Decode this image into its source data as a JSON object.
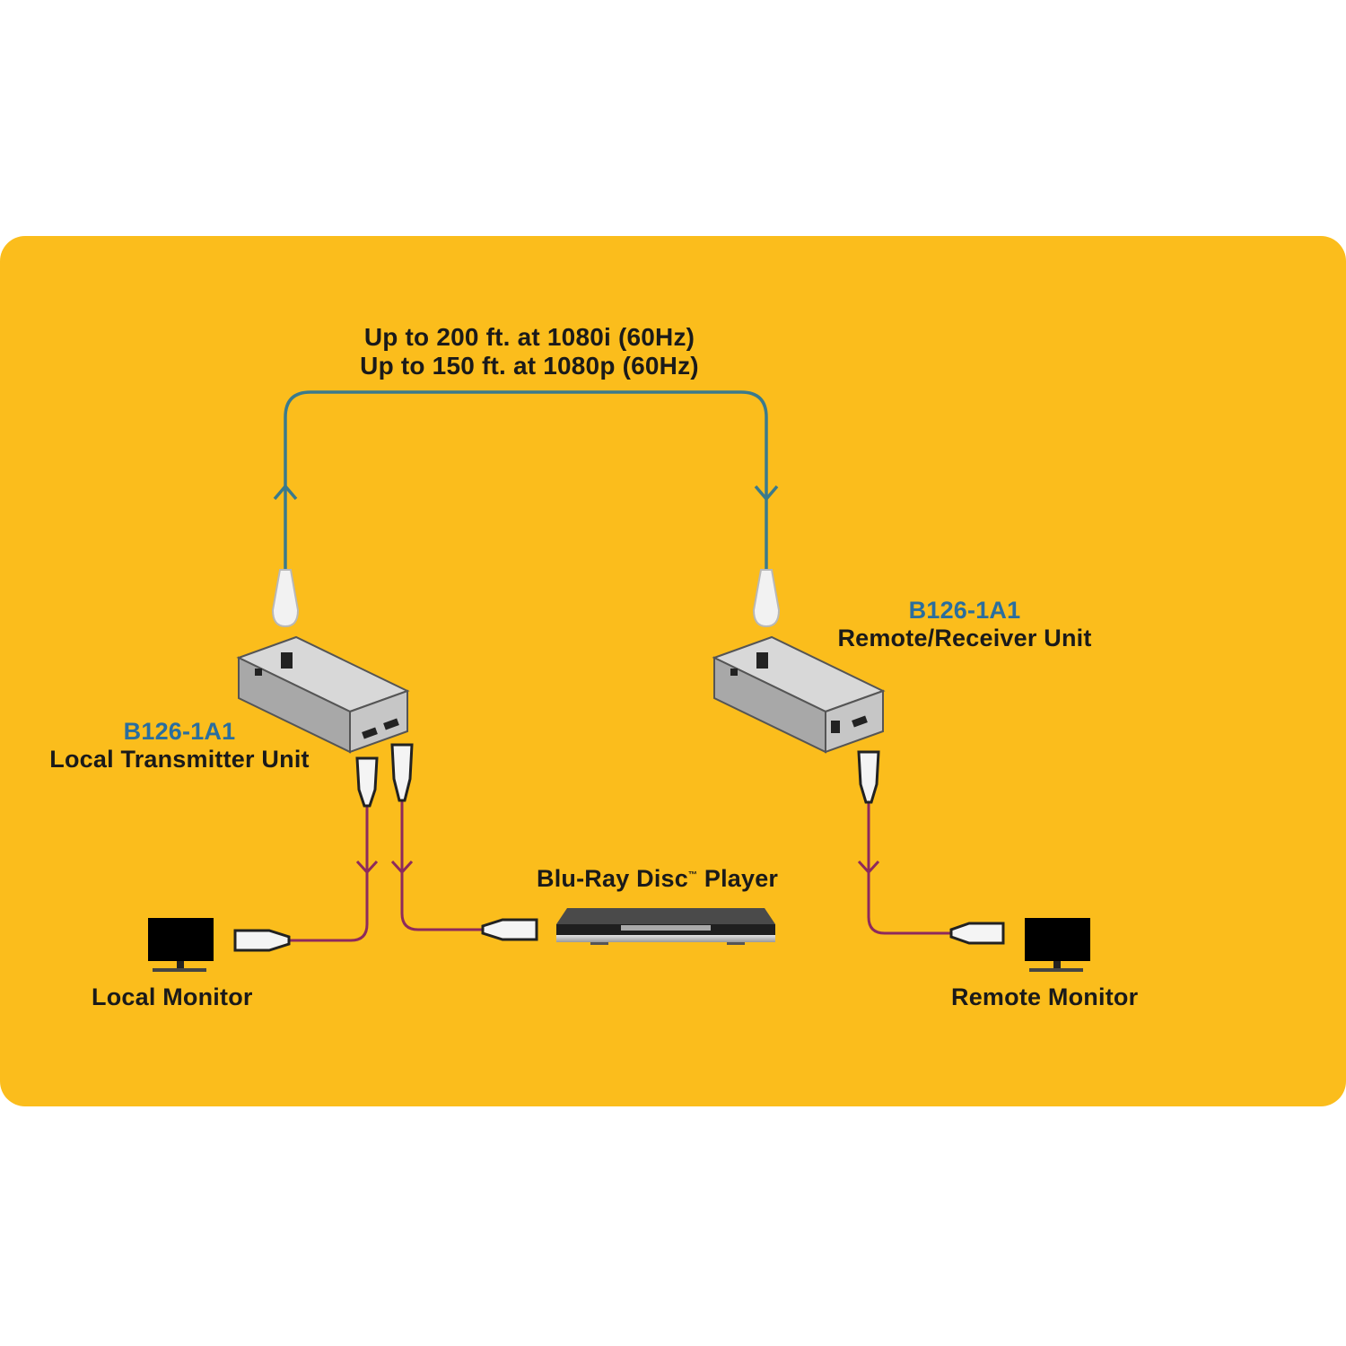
{
  "diagram": {
    "background_color": "#fbbd1c",
    "link_color": "#3a7a8c",
    "hdmi_color": "#8e2a5c",
    "distance_spec": {
      "line1": "Up to 200 ft. at 1080i (60Hz)",
      "line2": "Up to 150 ft. at 1080p (60Hz)"
    },
    "transmitter": {
      "model": "B126-1A1",
      "name": "Local Transmitter Unit"
    },
    "receiver": {
      "model": "B126-1A1",
      "name": "Remote/Receiver Unit"
    },
    "source": {
      "name": "Blu-Ray Disc",
      "trademark": "™",
      "suffix": " Player"
    },
    "local_monitor": {
      "name": "Local Monitor"
    },
    "remote_monitor": {
      "name": "Remote Monitor"
    }
  }
}
